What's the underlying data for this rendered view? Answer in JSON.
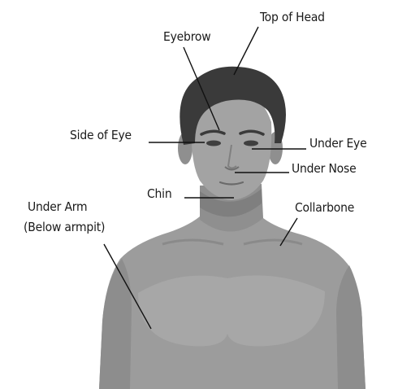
{
  "colors": {
    "background": "#ffffff",
    "skin": "#9c9c9c",
    "skin_light": "#a8a8a8",
    "skin_shadow": "#858585",
    "hair": "#3a3a3a",
    "leader_line": "#111111",
    "label_text": "#1a1a1a"
  },
  "labels": {
    "top_of_head": "Top of Head",
    "eyebrow": "Eyebrow",
    "side_of_eye": "Side of Eye",
    "under_eye": "Under Eye",
    "under_nose": "Under Nose",
    "chin": "Chin",
    "under_arm_line1": "Under Arm",
    "under_arm_line2": "(Below armpit)",
    "collarbone": "Collarbone"
  }
}
